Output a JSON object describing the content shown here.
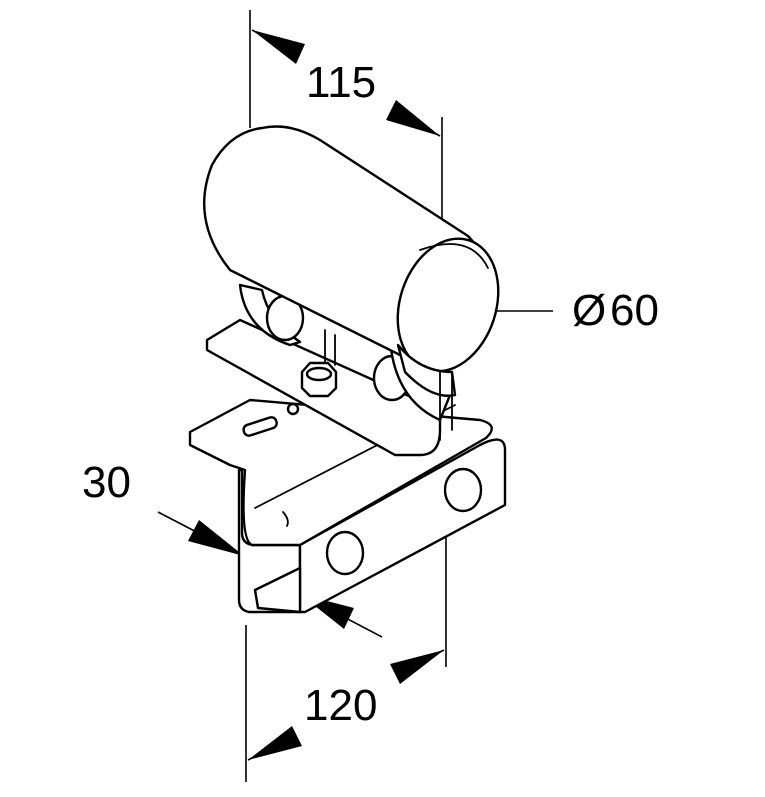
{
  "dimensions": {
    "top_width": "115",
    "diameter_symbol": "Ø",
    "diameter_value": "60",
    "depth": "30",
    "bottom_width": "120"
  },
  "colors": {
    "line": "#000000",
    "fill": "#ffffff"
  }
}
